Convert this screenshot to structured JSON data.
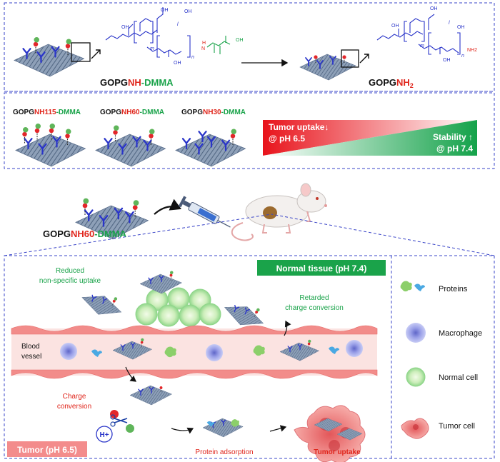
{
  "top_panel": {
    "left_label": {
      "p1": "GOPG",
      "p2": "NH",
      "p3": "-DMMA"
    },
    "right_label": {
      "p1": "GOPG",
      "p2": "NH",
      "p3": "2"
    },
    "chem": {
      "oh": "OH",
      "m": "m",
      "n": "n",
      "l": "l",
      "nh": "N",
      "h": "H",
      "nh2": "NH2"
    }
  },
  "middle_panel": {
    "variants": [
      {
        "p1": "GOPG",
        "p2": "NH115",
        "p3": "-DMMA"
      },
      {
        "p1": "GOPG",
        "p2": "NH60",
        "p3": "-DMMA"
      },
      {
        "p1": "GOPG",
        "p2": "NH30",
        "p3": "-DMMA"
      }
    ],
    "tumor_uptake": "Tumor uptake↓",
    "tumor_ph": "@ pH 6.5",
    "stability": "Stability ↑",
    "stability_ph": "@ pH 7.4"
  },
  "injection": {
    "p1": "GOPG",
    "p2": "NH60",
    "p3": "-DMMA"
  },
  "bottom_panel": {
    "normal_tissue": "Normal tissue (pH 7.4)",
    "reduced_l1": "Reduced",
    "reduced_l2": "non-specific uptake",
    "retarded_l1": "Retarded",
    "retarded_l2": "charge conversion",
    "blood_l1": "Blood",
    "blood_l2": "vessel",
    "charge_l1": "Charge",
    "charge_l2": "conversion",
    "hplus": "H+",
    "protein_adsorption": "Protein adsorption",
    "tumor_uptake": "Tumor uptake",
    "tumor_badge": "Tumor (pH 6.5)"
  },
  "legend": [
    {
      "label": "Proteins"
    },
    {
      "label": "Macrophage"
    },
    {
      "label": "Normal cell"
    },
    {
      "label": "Tumor cell"
    }
  ],
  "colors": {
    "red": "#e0261c",
    "green": "#1aa34a",
    "blue": "#2a35c9",
    "frame": "#3a45c8"
  }
}
